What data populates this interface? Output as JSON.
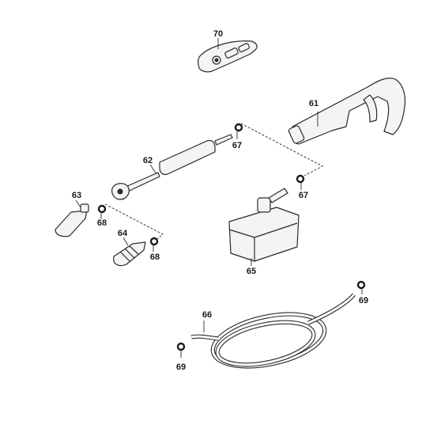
{
  "parts": {
    "p70": "70",
    "p61": "61",
    "p62": "62",
    "p63": "63",
    "p64": "64",
    "p65": "65",
    "p66": "66",
    "p67a": "67",
    "p67b": "67",
    "p68a": "68",
    "p68b": "68",
    "p69a": "69",
    "p69b": "69"
  }
}
